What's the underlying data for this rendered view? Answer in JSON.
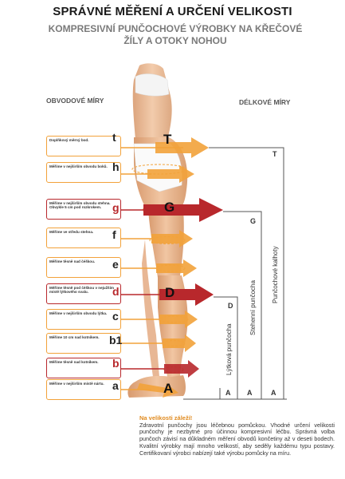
{
  "header": {
    "title": "SPRÁVNÉ MĚŘENÍ A URČENÍ VELIKOSTI",
    "subtitle_line1": "KOMPRESIVNÍ PUNČOCHOVÉ VÝROBKY NA KŘEČOVÉ",
    "subtitle_line2": "ŽÍLY A OTOKY NOHOU"
  },
  "sections": {
    "left": "OBVODOVÉ MÍRY",
    "right": "DÉLKOVÉ MÍRY"
  },
  "measurements": [
    {
      "letter": "t",
      "text": "Doplňkový měrný bod.",
      "color": "orange",
      "big": "T"
    },
    {
      "letter": "h",
      "text": "Měříme v nejširším obvodu boků.",
      "color": "orange",
      "big": ""
    },
    {
      "letter": "g",
      "text": "Měříme v nejširším obvodu stehna. Obvykle 5 cm pod rozkrokem.",
      "color": "red",
      "big": "G"
    },
    {
      "letter": "f",
      "text": "Měříme ve středu stehna.",
      "color": "orange",
      "big": ""
    },
    {
      "letter": "e",
      "text": "Měříme těsně nad čéškou.",
      "color": "orange",
      "big": ""
    },
    {
      "letter": "d",
      "text": "Měříme těsně pod čéškou v nejužším místě lýtkového svalu.",
      "color": "red",
      "big": "D"
    },
    {
      "letter": "c",
      "text": "Měříme v nejširším obvodu lýtka.",
      "color": "orange",
      "big": ""
    },
    {
      "letter": "b1",
      "text": "Měříme 10 cm nad kotníkem.",
      "color": "orange",
      "big": ""
    },
    {
      "letter": "b",
      "text": "Měříme těsně nad kotníkem.",
      "color": "red",
      "big": ""
    },
    {
      "letter": "a",
      "text": "Měříme v nejširším místě nártu.",
      "color": "orange",
      "big": "A"
    }
  ],
  "length_labels": {
    "calf": "Lýtková punčocha",
    "thigh": "Stehenní punčocha",
    "tights": "Punčochové kalhoty",
    "top_d": "D",
    "top_g": "G",
    "top_t": "T",
    "bottom": [
      "A",
      "A",
      "A"
    ]
  },
  "info": {
    "title": "Na velikosti záleží!",
    "text": "Zdravotní punčochy jsou léčebnou pomůckou. Vhodné určení velikosti punčochy je nezbytné pro účinnou kompresivní léčbu. Správná volba punčoch závisí na důkladném měření obvodů končetiny až v deseti bodech. Kvalitní výrobky mají mnoho velikostí, aby seděly každému typu postavy. Certifikovaní výrobci nabízejí také výrobu pomůcky na míru."
  },
  "colors": {
    "orange": "#f2a23a",
    "red": "#b8282c",
    "skin": "#e9b48c"
  }
}
